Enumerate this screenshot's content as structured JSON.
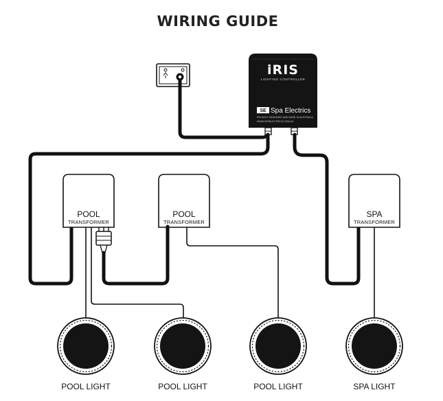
{
  "title": "WIRING GUIDE",
  "controller": {
    "brand": "iRIS",
    "subtitle": "LIGHTING CONTROLLER",
    "maker_abbr": "SE",
    "maker": "Spa Electrics",
    "fine_print": "PROUDLY DESIGNED AND MADE IN AUSTRALIA",
    "website": "WWW.SPAELECTRICS.COM.AU"
  },
  "transformers": [
    {
      "name": "POOL",
      "type": "TRANSFORMER"
    },
    {
      "name": "POOL",
      "type": "TRANSFORMER"
    },
    {
      "name": "SPA",
      "type": "TRANSFORMER"
    }
  ],
  "lights": [
    {
      "label": "POOL LIGHT"
    },
    {
      "label": "POOL LIGHT"
    },
    {
      "label": "POOL LIGHT"
    },
    {
      "label": "SPA LIGHT"
    }
  ],
  "colors": {
    "ink": "#111111",
    "controller_body": "#141414",
    "background": "#ffffff"
  }
}
